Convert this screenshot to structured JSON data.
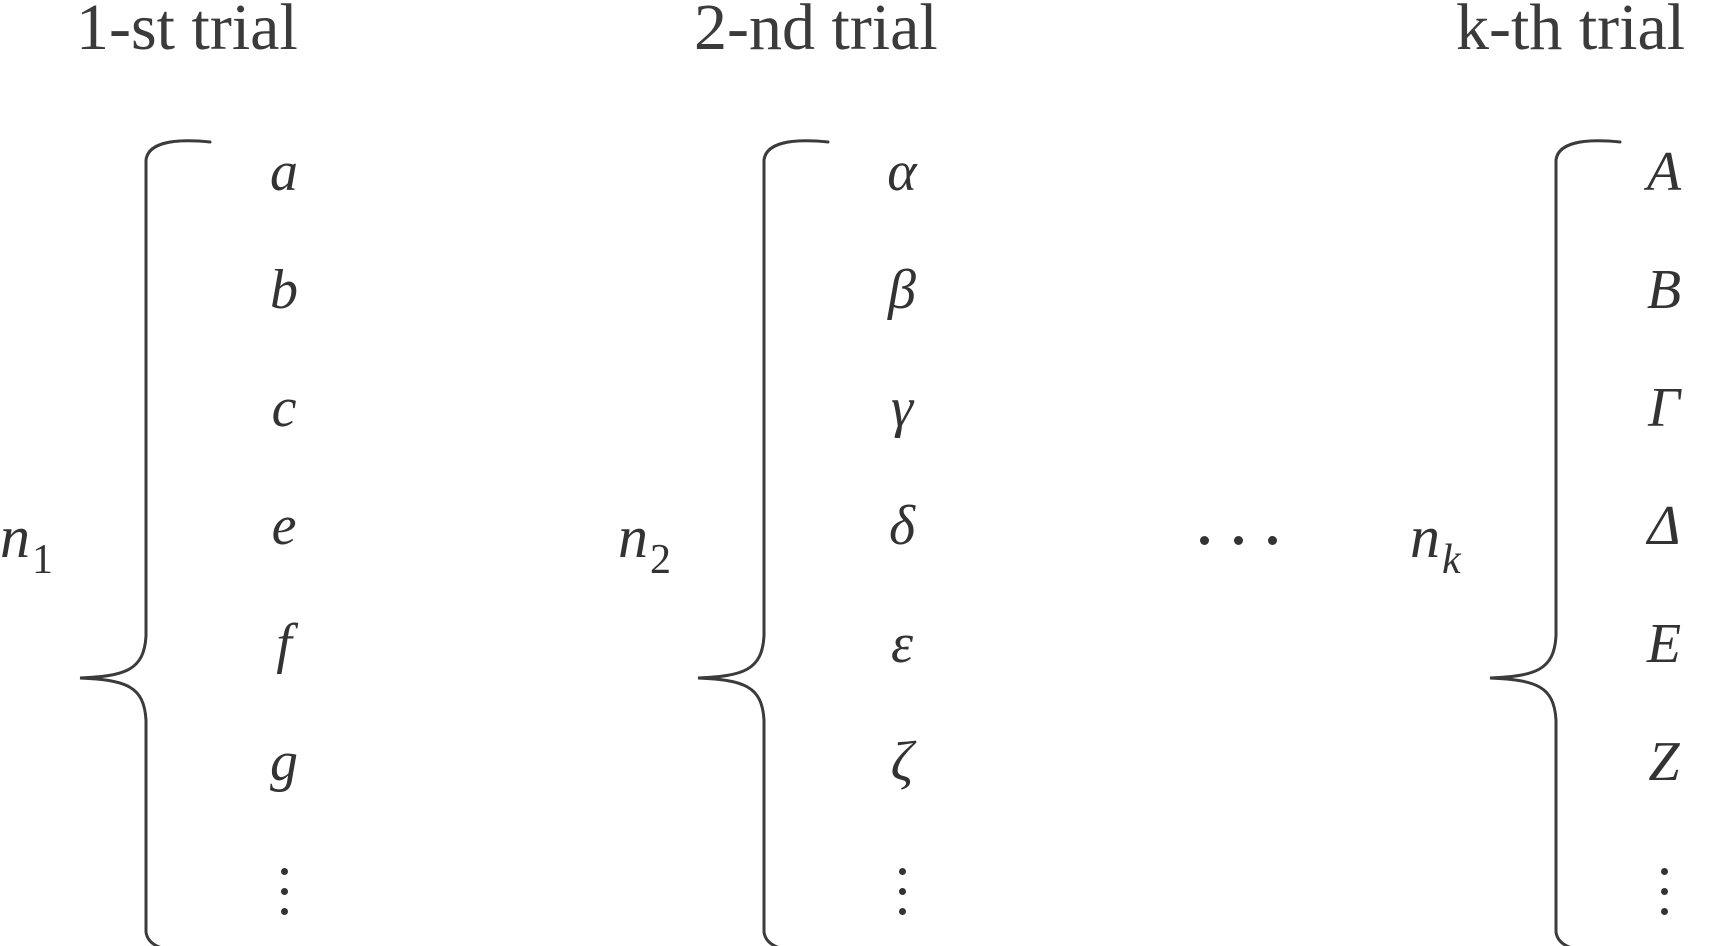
{
  "trials": [
    {
      "title": "1-st trial",
      "count_symbol": "n",
      "count_subscript": "1",
      "outcomes": [
        "a",
        "b",
        "c",
        "e",
        "f",
        "g"
      ]
    },
    {
      "title": "2-nd trial",
      "count_symbol": "n",
      "count_subscript": "2",
      "outcomes": [
        "α",
        "β",
        "γ",
        "δ",
        "ε",
        "ζ"
      ]
    },
    {
      "title": "k-th trial",
      "count_symbol": "n",
      "count_subscript": "k",
      "outcomes": [
        "A",
        "B",
        "Γ",
        "Δ",
        "E",
        "Z"
      ]
    }
  ],
  "colors": {
    "text": "#3b3b3b",
    "stroke": "#3b3b3b",
    "background": "#ffffff"
  }
}
